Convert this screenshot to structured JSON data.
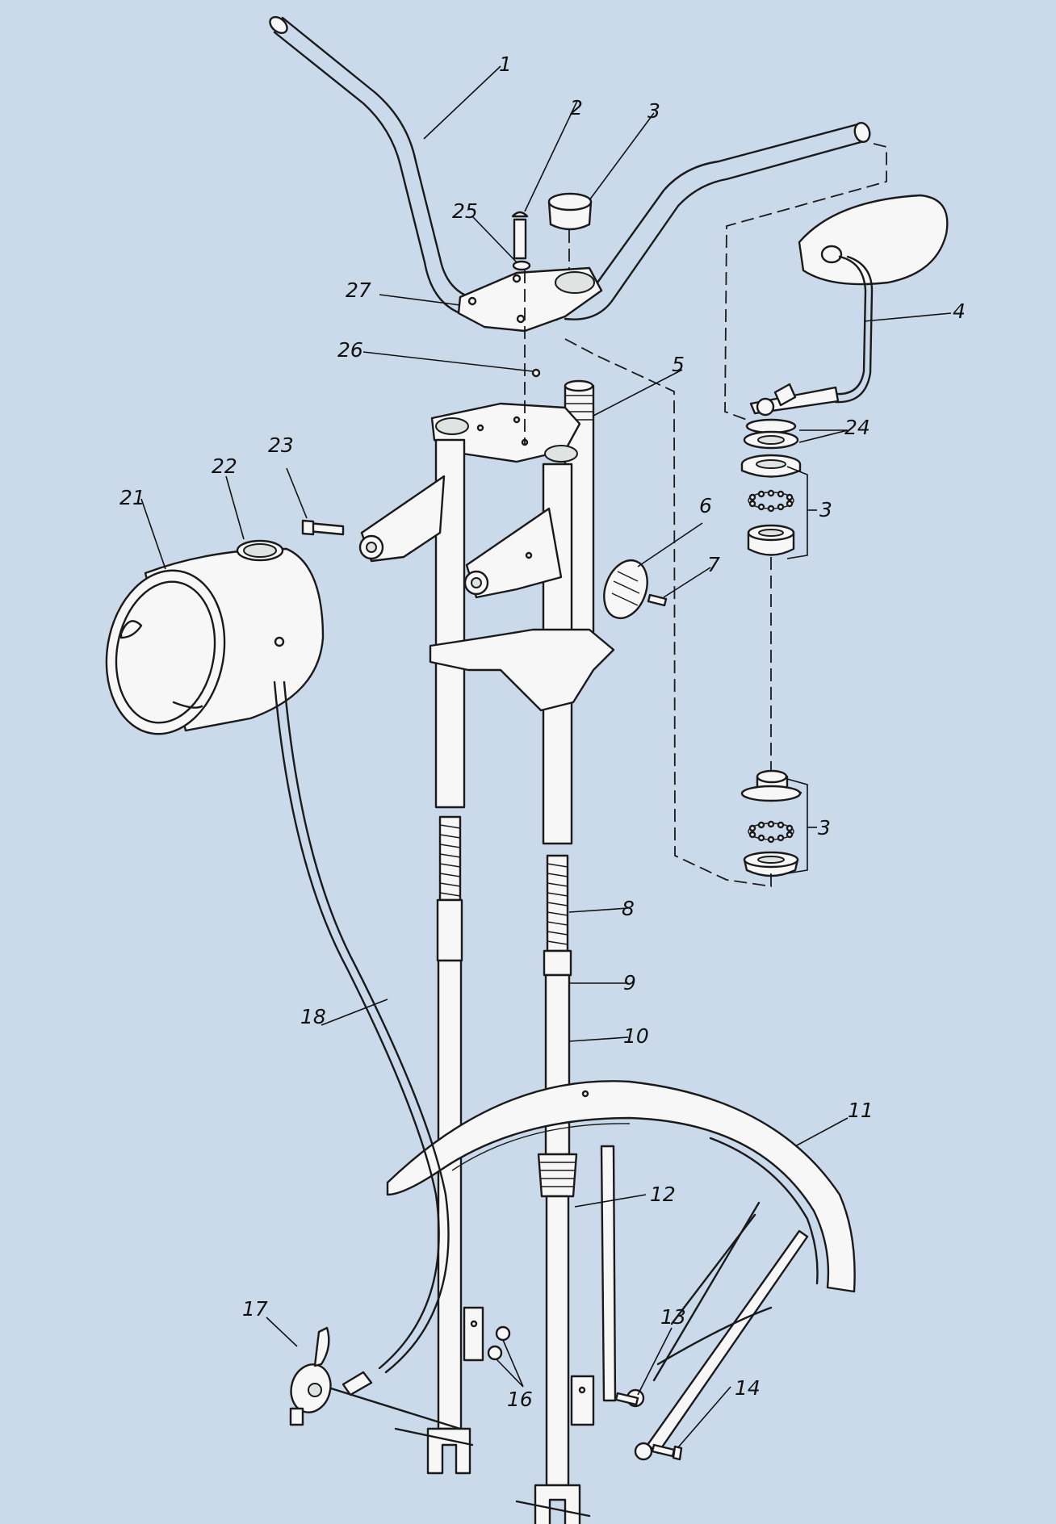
{
  "colors": {
    "background": "#cbdaea",
    "ink": "#1a1a1a",
    "part_fill": "#f6f7f6"
  },
  "callouts": [
    {
      "id": "handlebar",
      "label": "1"
    },
    {
      "id": "bolt",
      "label": "2"
    },
    {
      "id": "cap",
      "label": "3"
    },
    {
      "id": "mirror",
      "label": "4"
    },
    {
      "id": "steerer-tube",
      "label": "5"
    },
    {
      "id": "reflector",
      "label": "6"
    },
    {
      "id": "reflector-screw",
      "label": "7"
    },
    {
      "id": "spring",
      "label": "8"
    },
    {
      "id": "spring-sleeve",
      "label": "9"
    },
    {
      "id": "fork-leg",
      "label": "10"
    },
    {
      "id": "mudguard",
      "label": "11"
    },
    {
      "id": "rubber-boot",
      "label": "12"
    },
    {
      "id": "stay-bolt-upper",
      "label": "13"
    },
    {
      "id": "stay-bolt-lower",
      "label": "14"
    },
    {
      "id": "nuts",
      "label": "16"
    },
    {
      "id": "lamp-switch",
      "label": "17"
    },
    {
      "id": "cable",
      "label": "18"
    },
    {
      "id": "headlamp",
      "label": "21"
    },
    {
      "id": "lamp-ring",
      "label": "22"
    },
    {
      "id": "lamp-bolt",
      "label": "23"
    },
    {
      "id": "washers",
      "label": "24"
    },
    {
      "id": "washer",
      "label": "25"
    },
    {
      "id": "ball",
      "label": "26"
    },
    {
      "id": "clamp-plate",
      "label": "27"
    },
    {
      "id": "upper-bearing-set",
      "label": "3"
    },
    {
      "id": "lower-bearing-set",
      "label": "3"
    }
  ]
}
